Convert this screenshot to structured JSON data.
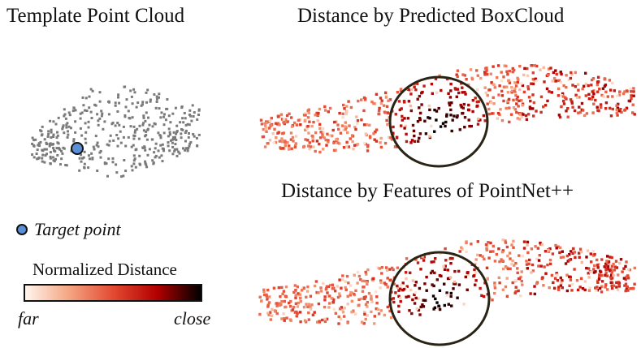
{
  "panels": {
    "template": {
      "title": "Template Point Cloud"
    },
    "boxcloud": {
      "title": "Distance by Predicted BoxCloud"
    },
    "pointnet": {
      "title": "Distance by Features of PointNet++"
    }
  },
  "legend": {
    "target_label": "Target point",
    "target_color": "#5b8fd6",
    "colorbar_title": "Normalized Distance",
    "colorbar_low": "far",
    "colorbar_high": "close",
    "colorbar_colors": [
      "#fff5ee",
      "#f4a582",
      "#e34a33",
      "#b30000",
      "#000000"
    ]
  },
  "colors": {
    "template_points": "#7a7a7a",
    "ellipse": "#2a2416"
  }
}
